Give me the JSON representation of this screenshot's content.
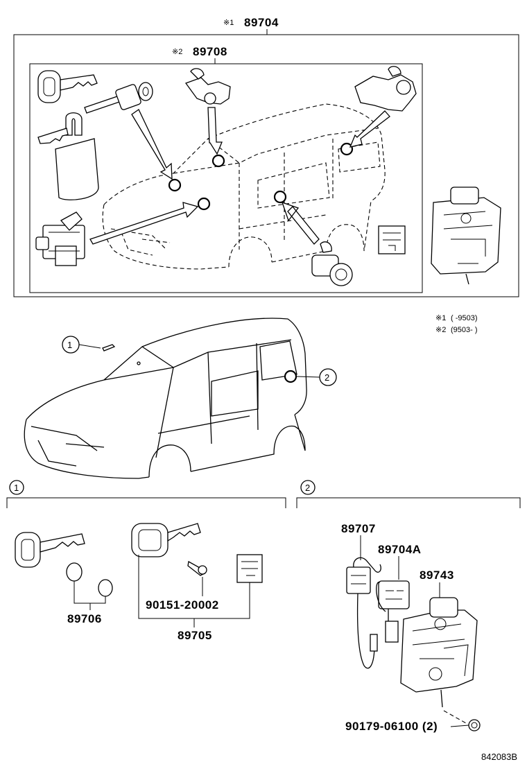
{
  "assembly": {
    "main_mark": "※1",
    "main_number": "89704",
    "sub_mark": "※2",
    "sub_number": "89708"
  },
  "notes": [
    {
      "mark": "※1",
      "text": "(    -9503)"
    },
    {
      "mark": "※2",
      "text": "(9503-    )"
    }
  ],
  "callouts": [
    "1",
    "2"
  ],
  "section1": {
    "index": "1",
    "parts": [
      {
        "id": "p89706",
        "number": "89706"
      },
      {
        "id": "p90151",
        "number": "90151-20002"
      },
      {
        "id": "p89705",
        "number": "89705"
      }
    ]
  },
  "section2": {
    "index": "2",
    "parts": [
      {
        "id": "p89707",
        "number": "89707"
      },
      {
        "id": "p89704A",
        "number": "89704A"
      },
      {
        "id": "p89743",
        "number": "89743"
      },
      {
        "id": "p90179",
        "number": "90179-06100 (2)"
      }
    ]
  },
  "figure_code": "842083B"
}
